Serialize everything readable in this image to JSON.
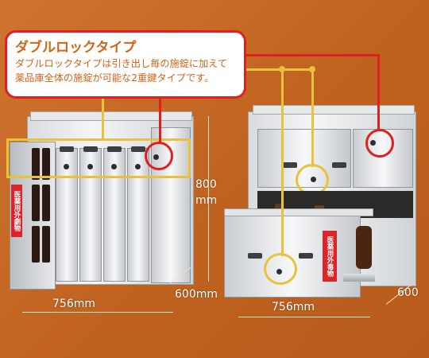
{
  "callout": {
    "title": "ダブルロックタイプ",
    "line1": "ダブルロックタイプは引き出し毎の施錠に加えて",
    "line2": "薬品庫全体の施錠が可能な2重鍵タイプです。"
  },
  "left_cabinet": {
    "label": "医薬用外劇物",
    "width": "756mm",
    "depth": "600mm",
    "height_value": "800",
    "height_unit": "mm"
  },
  "right_cabinet": {
    "label": "医薬用外毒物",
    "width": "756mm",
    "depth": "600"
  },
  "colors": {
    "accent_red": "#e0201e",
    "highlight_yellow": "#e8c23a",
    "title_orange": "#d06418",
    "background": "#c86a28"
  }
}
